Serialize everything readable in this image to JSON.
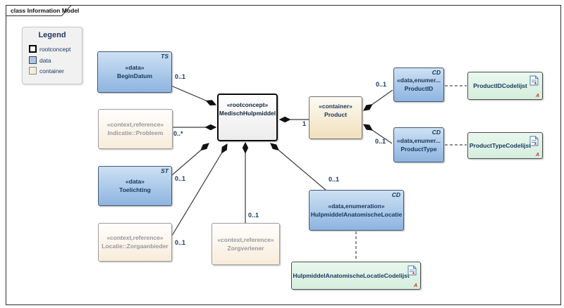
{
  "frame": {
    "title": "class Information Model"
  },
  "legend": {
    "title": "Legend",
    "items": [
      {
        "label": "rootconcept",
        "swatch": "rootconcept"
      },
      {
        "label": "data",
        "swatch": "data"
      },
      {
        "label": "container",
        "swatch": "container"
      }
    ]
  },
  "classes": [
    {
      "stereotype": "«data»",
      "name": "BeginDatum",
      "badge": "TS",
      "kind": "data"
    },
    {
      "stereotype": "«context,reference»",
      "name": "Indicatie::Probleem",
      "badge": "",
      "kind": "reference"
    },
    {
      "stereotype": "«data»",
      "name": "Toelichting",
      "badge": "ST",
      "kind": "data"
    },
    {
      "stereotype": "«context,reference»",
      "name": "Locatie::Zorgaanbieder",
      "badge": "",
      "kind": "reference"
    },
    {
      "stereotype": "«context,reference»",
      "name": "Zorgverlener",
      "badge": "",
      "kind": "reference"
    },
    {
      "stereotype": "«rootconcept»",
      "name": "MedischHulpmiddel",
      "badge": "",
      "kind": "rootconcept"
    },
    {
      "stereotype": "«container»",
      "name": "Product",
      "badge": "",
      "kind": "container"
    },
    {
      "stereotype": "«data,enumer...",
      "name": "ProductID",
      "badge": "CD",
      "kind": "data"
    },
    {
      "stereotype": "«data,enumer...",
      "name": "ProductType",
      "badge": "CD",
      "kind": "data"
    },
    {
      "stereotype": "«data,enumeration»",
      "name": "HulpmiddelAnatomischeLocatie",
      "badge": "CD",
      "kind": "data"
    }
  ],
  "codelists": [
    {
      "name": "ProductIDCodelijst",
      "marker": "A",
      "icon": "document-icon"
    },
    {
      "name": "ProductTypeCodelijst",
      "marker": "A",
      "icon": "document-icon"
    },
    {
      "name": "HulpmiddelAnatomischeLocatieCodelijst",
      "marker": "A",
      "icon": "document-icon"
    }
  ],
  "connectors": [
    {
      "from": "MedischHulpmiddel",
      "to": "BeginDatum",
      "type": "composition",
      "multiplicity": "0..1"
    },
    {
      "from": "MedischHulpmiddel",
      "to": "Indicatie::Probleem",
      "type": "composition",
      "multiplicity": "0..*"
    },
    {
      "from": "MedischHulpmiddel",
      "to": "Toelichting",
      "type": "composition",
      "multiplicity": "0..1"
    },
    {
      "from": "MedischHulpmiddel",
      "to": "Locatie::Zorgaanbieder",
      "type": "composition",
      "multiplicity": "0..1"
    },
    {
      "from": "MedischHulpmiddel",
      "to": "Zorgverlener",
      "type": "composition",
      "multiplicity": "0..1"
    },
    {
      "from": "MedischHulpmiddel",
      "to": "HulpmiddelAnatomischeLocatie",
      "type": "composition",
      "multiplicity": "0..1"
    },
    {
      "from": "MedischHulpmiddel",
      "to": "Product",
      "type": "composition",
      "multiplicity": "1"
    },
    {
      "from": "Product",
      "to": "ProductID",
      "type": "composition",
      "multiplicity": "0..1"
    },
    {
      "from": "Product",
      "to": "ProductType",
      "type": "composition",
      "multiplicity": "0..1"
    },
    {
      "from": "ProductID",
      "to": "ProductIDCodelijst",
      "type": "dependency",
      "multiplicity": ""
    },
    {
      "from": "ProductType",
      "to": "ProductTypeCodelijst",
      "type": "dependency",
      "multiplicity": ""
    },
    {
      "from": "HulpmiddelAnatomischeLocatie",
      "to": "HulpmiddelAnatomischeLocatieCodelijst",
      "type": "dependency",
      "multiplicity": ""
    }
  ],
  "colors": {
    "data_blue": "#a9c7e8",
    "container_cream": "#f1dfbc",
    "rootconcept_white": "#ffffff",
    "codelist_mint": "#dff2e4",
    "text_navy": "#17365d",
    "reference_gray": "#97979f",
    "marker_red": "#c0392b"
  }
}
